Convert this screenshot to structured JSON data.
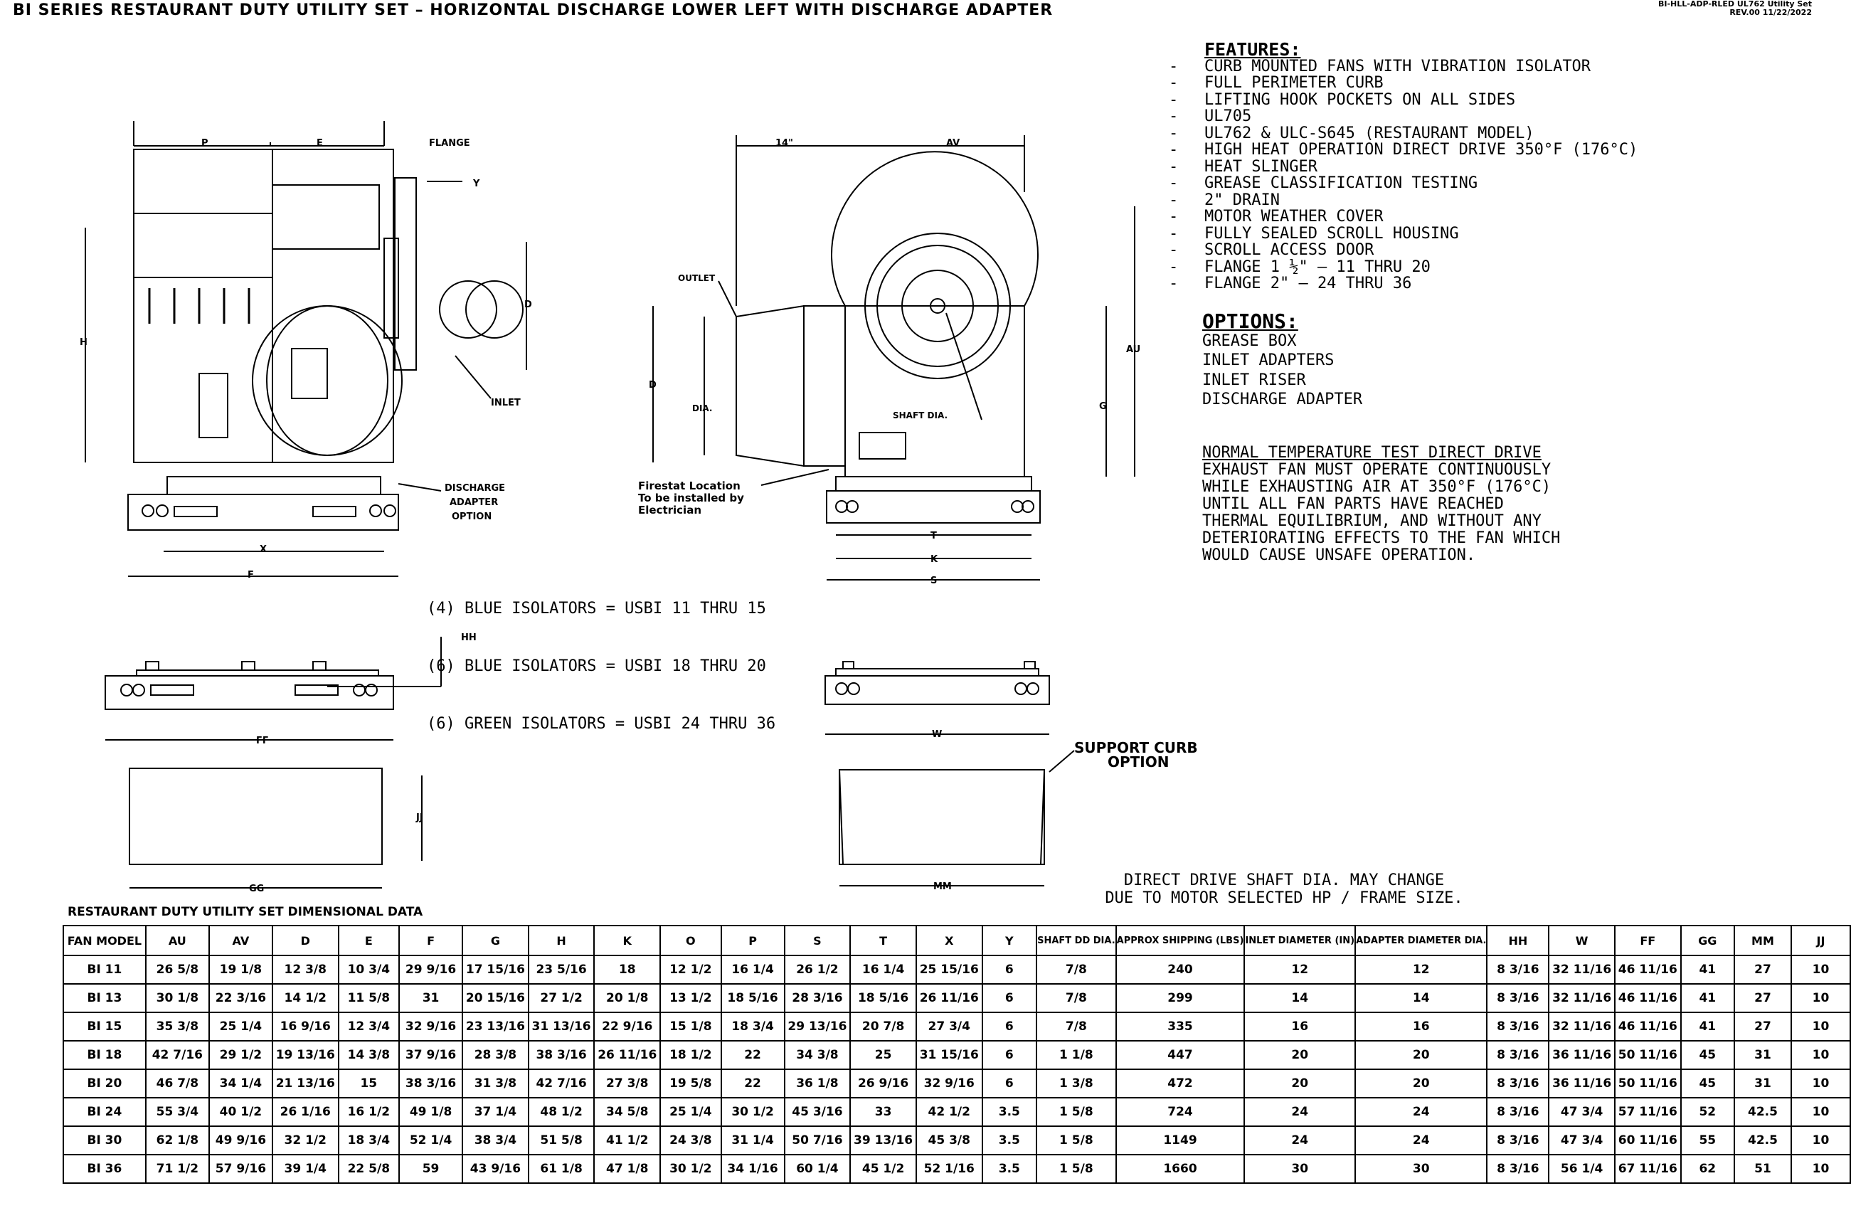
{
  "title": "BI SERIES RESTAURANT DUTY UTILITY SET – HORIZONTAL DISCHARGE LOWER LEFT WITH DISCHARGE ADAPTER",
  "doc_id": {
    "line1": "BI-HLL-ADP-RLED UL762 Utility Set",
    "line2": "REV.00  11/22/2022"
  },
  "features": {
    "heading": "FEATURES:",
    "items": [
      "CURB MOUNTED FANS WITH VIBRATION ISOLATOR",
      "FULL PERIMETER CURB",
      "LIFTING HOOK POCKETS ON ALL SIDES",
      "UL705",
      "UL762 & ULC-S645 (RESTAURANT MODEL)",
      "HIGH HEAT OPERATION DIRECT DRIVE 350°F (176°C)",
      "HEAT SLINGER",
      "GREASE CLASSIFICATION TESTING",
      "2\" DRAIN",
      "MOTOR WEATHER COVER",
      "FULLY SEALED SCROLL HOUSING",
      "SCROLL ACCESS DOOR",
      "FLANGE 1 ½\" – 11 THRU 20",
      "FLANGE 2\" – 24 THRU 36"
    ]
  },
  "options": {
    "heading": "OPTIONS:",
    "items": [
      "GREASE BOX",
      "INLET ADAPTERS",
      "INLET RISER",
      "DISCHARGE ADAPTER"
    ]
  },
  "normal_test": {
    "heading": "NORMAL TEMPERATURE TEST DIRECT DRIVE",
    "lines": [
      "EXHAUST FAN MUST OPERATE CONTINUOUSLY",
      "WHILE EXHAUSTING AIR AT 350°F (176°C)",
      "UNTIL ALL FAN PARTS HAVE REACHED",
      "THERMAL EQUILIBRIUM, AND WITHOUT ANY",
      "DETERIORATING EFFECTS TO THE FAN WHICH",
      "WOULD CAUSE UNSAFE OPERATION."
    ]
  },
  "isolators": [
    "(4) BLUE ISOLATORS = USBI 11 THRU 15",
    "(6) BLUE ISOLATORS = USBI 18 THRU 20",
    "(6) GREEN ISOLATORS = USBI 24 THRU 36"
  ],
  "shaft_note": [
    "DIRECT DRIVE SHAFT DIA. MAY CHANGE",
    "DUE TO MOTOR SELECTED HP / FRAME SIZE."
  ],
  "drawing_labels": {
    "p": "P",
    "e": "E",
    "flange": "FLANGE",
    "y": "Y",
    "h": "H",
    "d": "D",
    "inlet": "INLET",
    "discharge_adapter": [
      "DISCHARGE",
      "ADAPTER",
      "OPTION"
    ],
    "x": "X",
    "f": "F",
    "v14": "14\"",
    "av": "AV",
    "outlet": "OUTLET",
    "d2": "D",
    "dia": "DIA.",
    "shaft_dia": "SHAFT DIA.",
    "au": "AU",
    "g": "G",
    "firestat": [
      "Firestat Location",
      "To be installed by",
      "Electrician"
    ],
    "t": "T",
    "k": "K",
    "s": "S",
    "hh": "HH",
    "ff": "FF",
    "w": "W",
    "support_curb": [
      "SUPPORT CURB",
      "OPTION"
    ],
    "jj": "JJ",
    "gg": "GG",
    "mm": "MM"
  },
  "table": {
    "title": "RESTAURANT DUTY UTILITY SET DIMENSIONAL DATA",
    "headers": [
      "FAN MODEL",
      "AU",
      "AV",
      "D",
      "E",
      "F",
      "G",
      "H",
      "K",
      "O",
      "P",
      "S",
      "T",
      "X",
      "Y",
      "SHAFT DD DIA.",
      "APPROX SHIPPING (LBS)",
      "INLET DIAMETER (IN)",
      "ADAPTER DIAMETER DIA.",
      "HH",
      "W",
      "FF",
      "GG",
      "MM",
      "JJ"
    ],
    "rows": [
      [
        "BI 11",
        "26 5/8",
        "19 1/8",
        "12 3/8",
        "10 3/4",
        "29 9/16",
        "17 15/16",
        "23 5/16",
        "18",
        "12 1/2",
        "16 1/4",
        "26 1/2",
        "16 1/4",
        "25 15/16",
        "6",
        "7/8",
        "240",
        "12",
        "12",
        "8 3/16",
        "32 11/16",
        "46 11/16",
        "41",
        "27",
        "10"
      ],
      [
        "BI 13",
        "30 1/8",
        "22 3/16",
        "14 1/2",
        "11 5/8",
        "31",
        "20 15/16",
        "27 1/2",
        "20 1/8",
        "13 1/2",
        "18 5/16",
        "28 3/16",
        "18 5/16",
        "26 11/16",
        "6",
        "7/8",
        "299",
        "14",
        "14",
        "8 3/16",
        "32 11/16",
        "46 11/16",
        "41",
        "27",
        "10"
      ],
      [
        "BI 15",
        "35 3/8",
        "25 1/4",
        "16 9/16",
        "12 3/4",
        "32 9/16",
        "23 13/16",
        "31 13/16",
        "22 9/16",
        "15 1/8",
        "18 3/4",
        "29 13/16",
        "20 7/8",
        "27 3/4",
        "6",
        "7/8",
        "335",
        "16",
        "16",
        "8 3/16",
        "32 11/16",
        "46 11/16",
        "41",
        "27",
        "10"
      ],
      [
        "BI 18",
        "42 7/16",
        "29 1/2",
        "19 13/16",
        "14 3/8",
        "37 9/16",
        "28 3/8",
        "38 3/16",
        "26 11/16",
        "18 1/2",
        "22",
        "34 3/8",
        "25",
        "31 15/16",
        "6",
        "1 1/8",
        "447",
        "20",
        "20",
        "8 3/16",
        "36 11/16",
        "50 11/16",
        "45",
        "31",
        "10"
      ],
      [
        "BI 20",
        "46 7/8",
        "34 1/4",
        "21 13/16",
        "15",
        "38 3/16",
        "31 3/8",
        "42 7/16",
        "27 3/8",
        "19 5/8",
        "22",
        "36 1/8",
        "26 9/16",
        "32 9/16",
        "6",
        "1 3/8",
        "472",
        "20",
        "20",
        "8 3/16",
        "36 11/16",
        "50 11/16",
        "45",
        "31",
        "10"
      ],
      [
        "BI 24",
        "55 3/4",
        "40 1/2",
        "26 1/16",
        "16 1/2",
        "49 1/8",
        "37 1/4",
        "48 1/2",
        "34 5/8",
        "25 1/4",
        "30 1/2",
        "45 3/16",
        "33",
        "42 1/2",
        "3.5",
        "1 5/8",
        "724",
        "24",
        "24",
        "8 3/16",
        "47 3/4",
        "57 11/16",
        "52",
        "42.5",
        "10"
      ],
      [
        "BI 30",
        "62 1/8",
        "49 9/16",
        "32 1/2",
        "18 3/4",
        "52 1/4",
        "38 3/4",
        "51 5/8",
        "41 1/2",
        "24 3/8",
        "31 1/4",
        "50 7/16",
        "39 13/16",
        "45 3/8",
        "3.5",
        "1 5/8",
        "1149",
        "24",
        "24",
        "8 3/16",
        "47 3/4",
        "60 11/16",
        "55",
        "42.5",
        "10"
      ],
      [
        "BI 36",
        "71 1/2",
        "57 9/16",
        "39 1/4",
        "22 5/8",
        "59",
        "43 9/16",
        "61 1/8",
        "47 1/8",
        "30 1/2",
        "34 1/16",
        "60 1/4",
        "45 1/2",
        "52 1/16",
        "3.5",
        "1 5/8",
        "1660",
        "30",
        "30",
        "8 3/16",
        "56 1/4",
        "67 11/16",
        "62",
        "51",
        "10"
      ]
    ]
  }
}
